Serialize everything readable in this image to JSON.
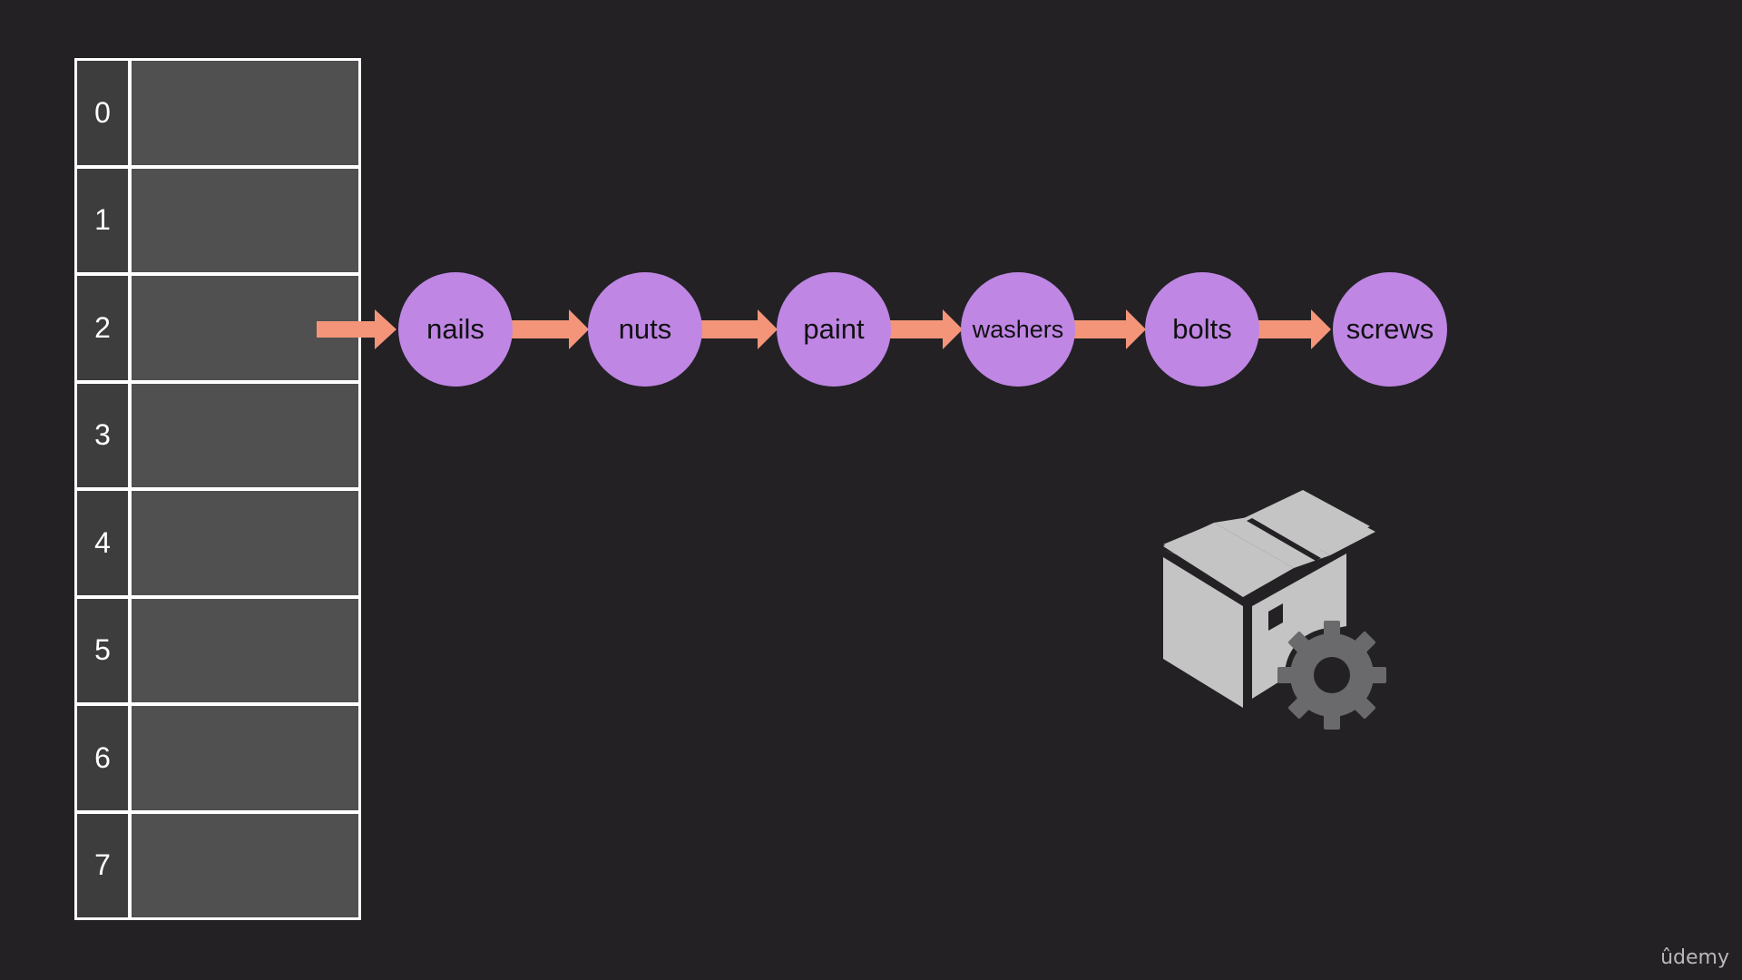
{
  "hash_table": {
    "indices": [
      "0",
      "1",
      "2",
      "3",
      "4",
      "5",
      "6",
      "7"
    ],
    "pointer_from_index": "2"
  },
  "linked_list": {
    "nodes": [
      "nails",
      "nuts",
      "paint",
      "washers",
      "bolts",
      "screws"
    ]
  },
  "colors": {
    "background": "#232124",
    "node_fill": "#bf86e4",
    "arrow": "#f4957a",
    "table_border": "#ffffff",
    "index_cell": "#3d3d3e",
    "slot_cell": "#505050",
    "icon_gray": "#c4c4c4",
    "gear_gray": "#6a6a6c"
  },
  "icons": {
    "illustration": "package-gear-icon"
  },
  "branding": {
    "logo_text": "ûdemy"
  }
}
